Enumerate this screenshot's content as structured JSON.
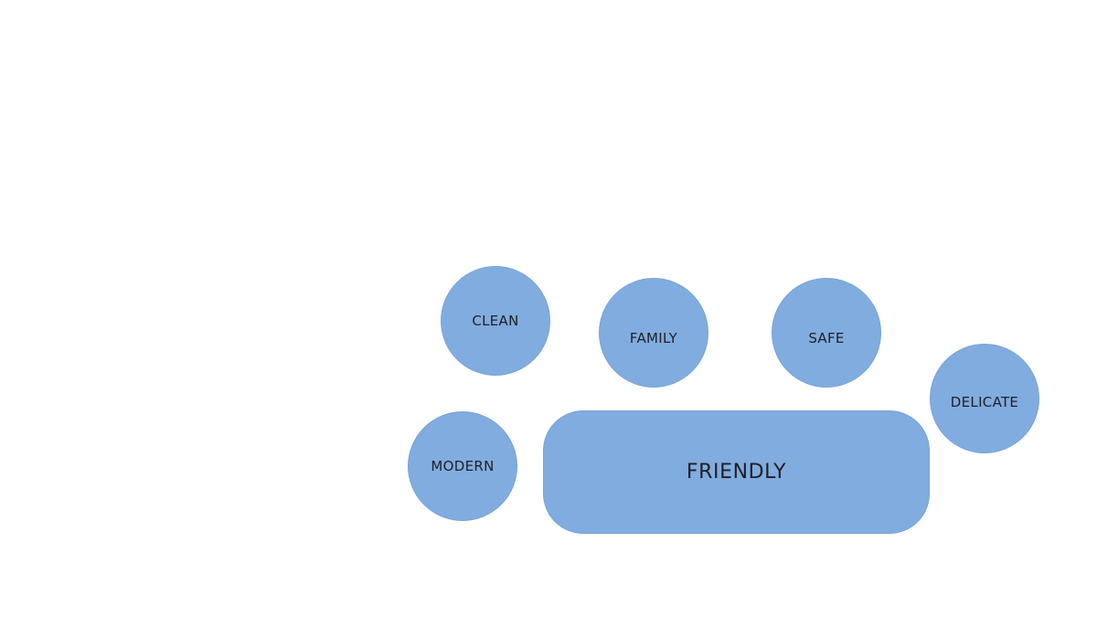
{
  "diagram": {
    "fill_color": "#81acdf",
    "text_color": "#1f1f24",
    "background": "#ffffff",
    "nodes": {
      "clean": "CLEAN",
      "family": "FAMILY",
      "safe": "SAFE",
      "delicate": "DELICATE",
      "modern": "MODERN",
      "friendly": "FRIENDLY"
    }
  }
}
